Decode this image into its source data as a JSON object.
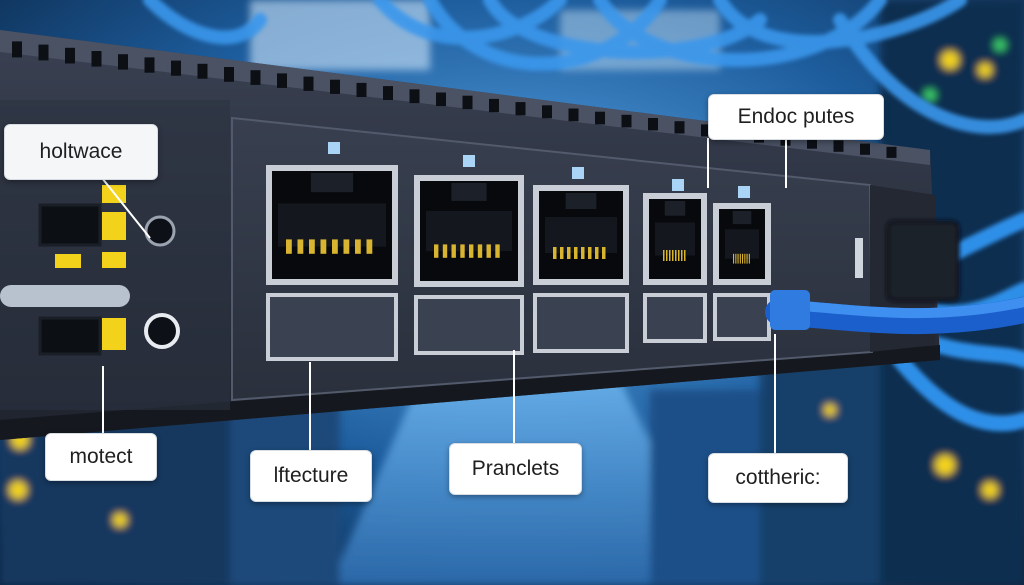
{
  "callouts": {
    "holtwace": "holtwace",
    "motect": "motect",
    "iftecture": "lftecture",
    "pranclets": "Pranclets",
    "endoc": "Endoc putes",
    "cottheric": "cottheric:"
  },
  "colors": {
    "background": "#0b2a4a",
    "cable_blue": "#2f8fe8",
    "chassis": "#2b3140",
    "port_frame": "#c9ced6",
    "led_yellow": "#f2d21b",
    "pin_gold": "#d8b431"
  }
}
